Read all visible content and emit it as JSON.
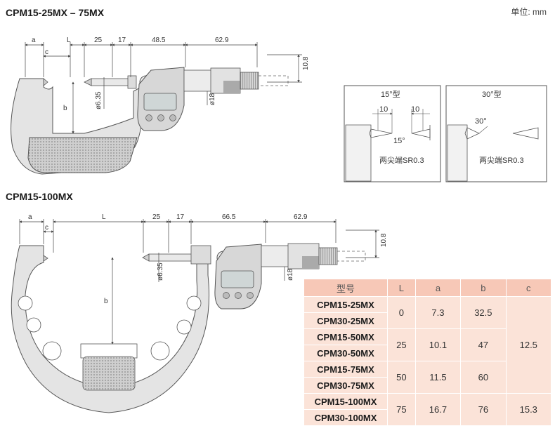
{
  "header": {
    "title_top": "CPM15-25MX – 75MX",
    "title_bottom": "CPM15-100MX",
    "unit": "单位: mm"
  },
  "top_drawing": {
    "dims": {
      "a": "a",
      "c": "c",
      "L": "L",
      "d25": "25",
      "d17": "17",
      "d48": "48.5",
      "d62": "62.9",
      "h108": "10.8",
      "b": "b",
      "phi635": "ø6.35",
      "phi18": "ø18"
    }
  },
  "bottom_drawing": {
    "dims": {
      "a": "a",
      "c": "c",
      "L": "L",
      "d25": "25",
      "d17": "17",
      "d66": "66.5",
      "d62": "62.9",
      "h108": "10.8",
      "b": "b",
      "phi635": "ø6.35",
      "phi18": "ø18"
    }
  },
  "tip_detail": {
    "left": {
      "title": "15°型",
      "dim1": "10",
      "dim2": "10",
      "angle": "15°",
      "note": "两尖端SR0.3"
    },
    "right": {
      "title": "30°型",
      "angle": "30°",
      "note": "两尖端SR0.3"
    }
  },
  "spec_table": {
    "headers": [
      "型号",
      "L",
      "a",
      "b",
      "c"
    ],
    "groups": [
      {
        "models": [
          "CPM15-25MX",
          "CPM30-25MX"
        ],
        "L": "0",
        "a": "7.3",
        "b": "32.5"
      },
      {
        "models": [
          "CPM15-50MX",
          "CPM30-50MX"
        ],
        "L": "25",
        "a": "10.1",
        "b": "47"
      },
      {
        "models": [
          "CPM15-75MX",
          "CPM30-75MX"
        ],
        "L": "50",
        "a": "11.5",
        "b": "60"
      },
      {
        "models": [
          "CPM15-100MX",
          "CPM30-100MX"
        ],
        "L": "75",
        "a": "16.7",
        "b": "76"
      }
    ],
    "c_values": [
      "12.5",
      "15.3"
    ]
  }
}
